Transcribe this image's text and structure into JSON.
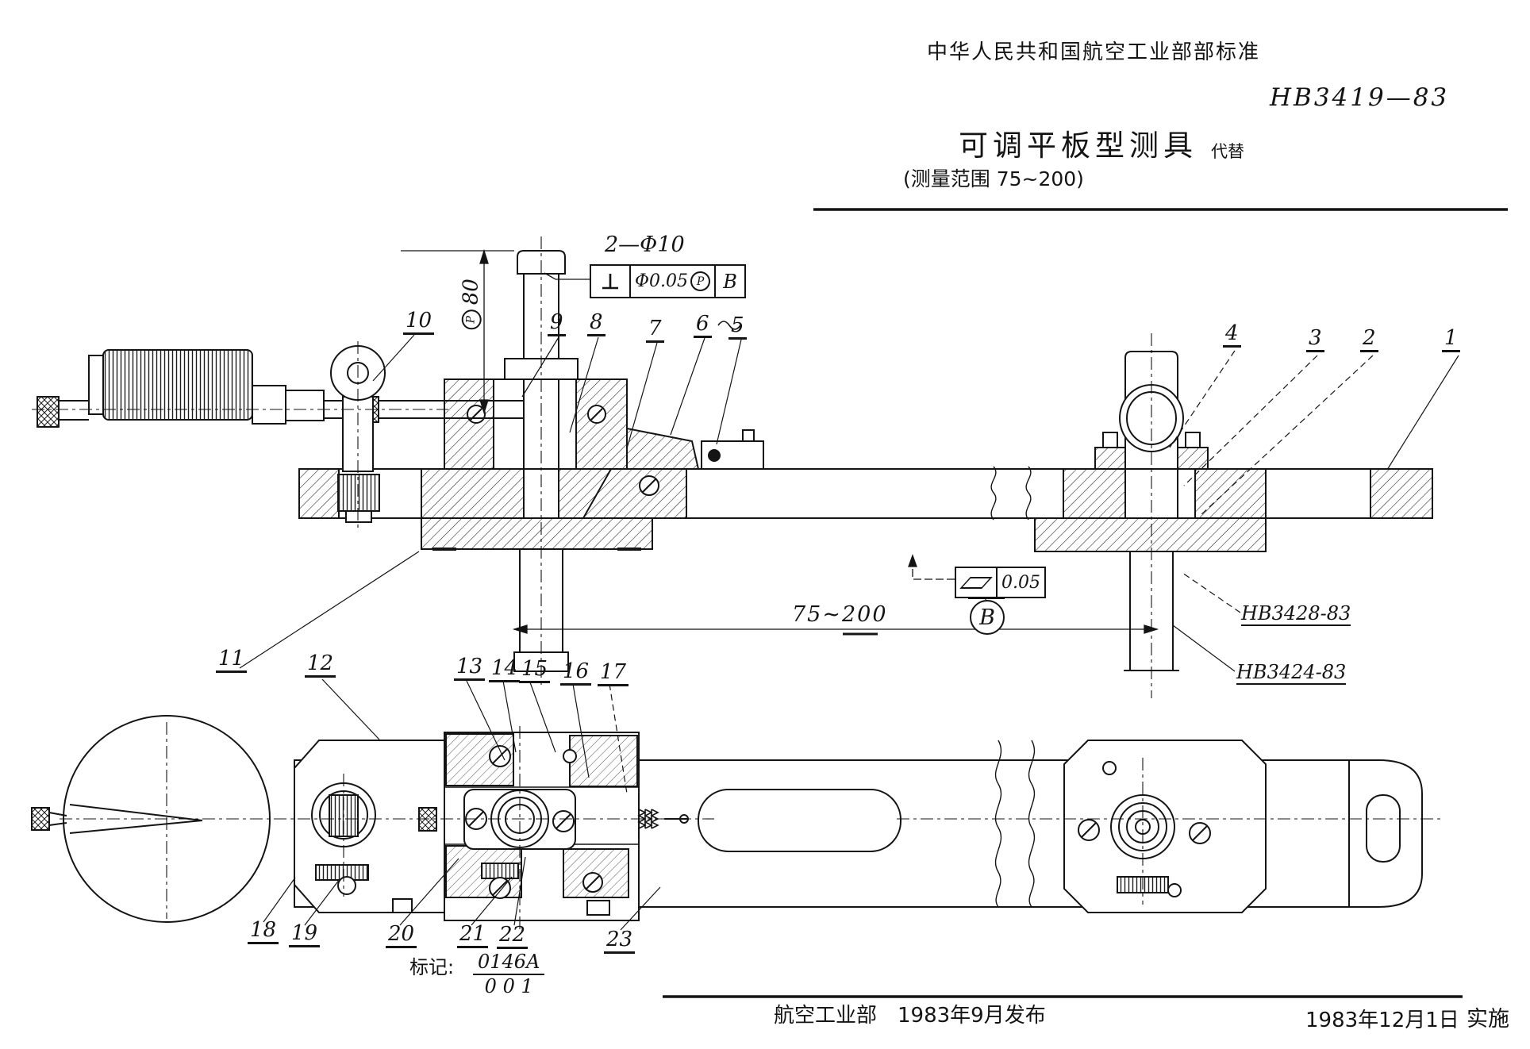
{
  "header": {
    "authority": "中华人民共和国航空工业部部标准",
    "standard_no": "HB3419—83",
    "replaces_label": "代替",
    "title": "可调平板型测具",
    "subtitle": "(测量范围 75~200)"
  },
  "callouts": {
    "holes": "2—Φ10",
    "perpendicularity": {
      "tolerance": "Φ0.05",
      "modifier": "P",
      "datum": "B"
    },
    "projected_dim": {
      "modifier": "P",
      "value": "80"
    },
    "range_dim": "75~200",
    "flatness": {
      "value": "0.05"
    },
    "datum_b": "B",
    "ref_upper": "HB3428-83",
    "ref_lower": "HB3424-83"
  },
  "parts": [
    "1",
    "2",
    "3",
    "4",
    "5",
    "6",
    "7",
    "8",
    "9",
    "10",
    "11",
    "12",
    "13",
    "14",
    "15",
    "16",
    "17",
    "18",
    "19",
    "20",
    "21",
    "22",
    "23"
  ],
  "marking": {
    "label": "标记:",
    "code_upper": "0146A",
    "code_lower": "0 0 1"
  },
  "footer": {
    "issuer": "航空工业部",
    "published": "1983年9月发布",
    "effective_date": "1983年12月1日",
    "status": "实施"
  }
}
